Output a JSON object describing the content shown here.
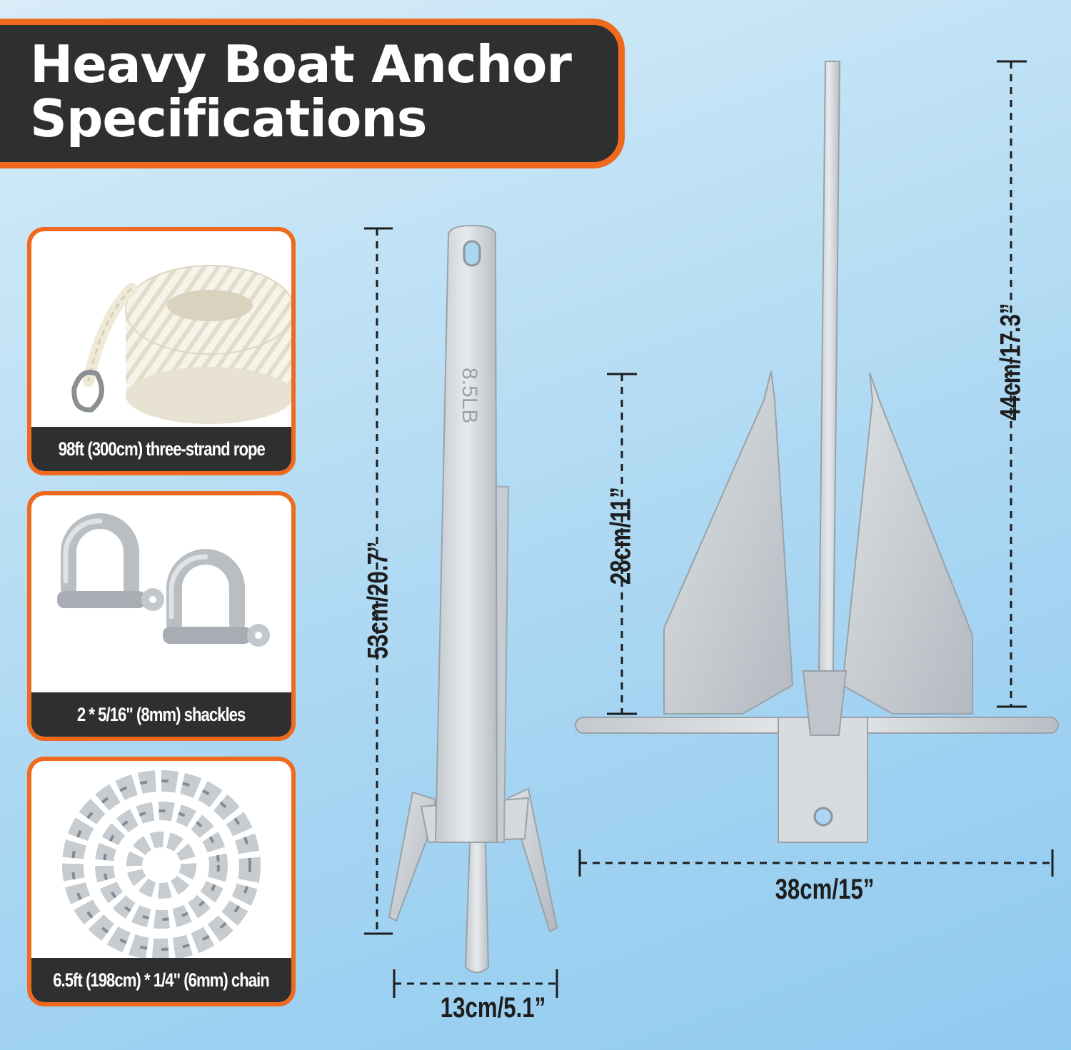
{
  "title": {
    "line1": "Heavy Boat Anchor",
    "line2": "Specifications"
  },
  "accessories": [
    {
      "caption": "98ft (300cm) three-strand rope",
      "icon": "rope-coil-icon"
    },
    {
      "caption": "2 * 5/16\" (8mm) shackles",
      "icon": "shackle-icon"
    },
    {
      "caption": "6.5ft (198cm) * 1/4\" (6mm) chain",
      "icon": "chain-icon"
    }
  ],
  "anchor": {
    "stamp": "8.5LB"
  },
  "dimensions": {
    "side_height": "53cm/20.7”",
    "side_width": "13cm/5.1”",
    "fluke_height": "28cm/11”",
    "total_height": "44cm/17.3”",
    "stock_width": "38cm/15”"
  },
  "colors": {
    "accent": "#ef6a1e",
    "banner": "#2f2f2f",
    "metal": "#cdd3d8",
    "dimension_line": "#1d1d1d"
  }
}
